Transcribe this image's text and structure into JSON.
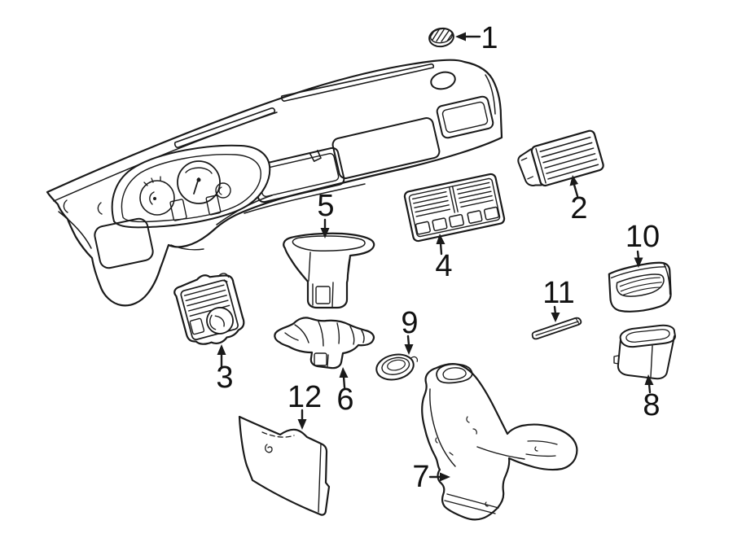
{
  "image": {
    "background_color": "#ffffff",
    "line_color": "#1a1a1a",
    "callouts": [
      {
        "label": "1"
      },
      {
        "label": "2"
      },
      {
        "label": "3"
      },
      {
        "label": "4"
      },
      {
        "label": "5"
      },
      {
        "label": "6"
      },
      {
        "label": "7"
      },
      {
        "label": "8"
      },
      {
        "label": "9"
      },
      {
        "label": "10"
      },
      {
        "label": "11"
      },
      {
        "label": "12"
      }
    ]
  }
}
